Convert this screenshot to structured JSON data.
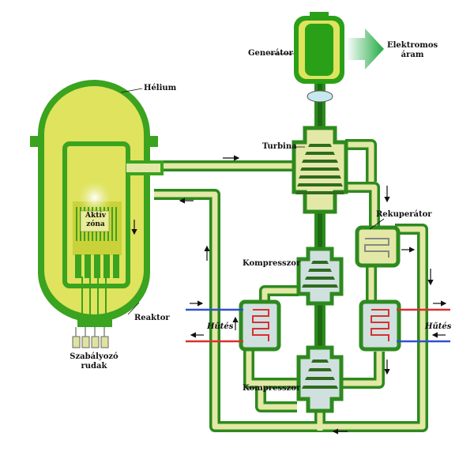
{
  "labels": {
    "generator": "Generátor",
    "output": "Elektromos\náram",
    "helium": "Hélium",
    "turbine": "Turbina",
    "recuperator": "Rekuperátor",
    "active_zone": "Aktív\nzóna",
    "compressor_upper": "Kompresszor",
    "compressor_lower": "Kompresszor",
    "reactor": "Reaktor",
    "cooling_left": "Hűtés",
    "cooling_right": "Hűtés",
    "control_rods": "Szabályozó\nrudak"
  },
  "colors": {
    "pipe_outline": "#2d8a1e",
    "pipe_fill": "#e4e8a6",
    "vessel_wall": "#3aa31f",
    "vessel_inner": "#dfe35d",
    "core": "#c9d23a",
    "generator_green": "#2aa018",
    "turbine_blade": "#2f6b20",
    "hot_line": "#d83030",
    "cold_line": "#3050d0"
  }
}
